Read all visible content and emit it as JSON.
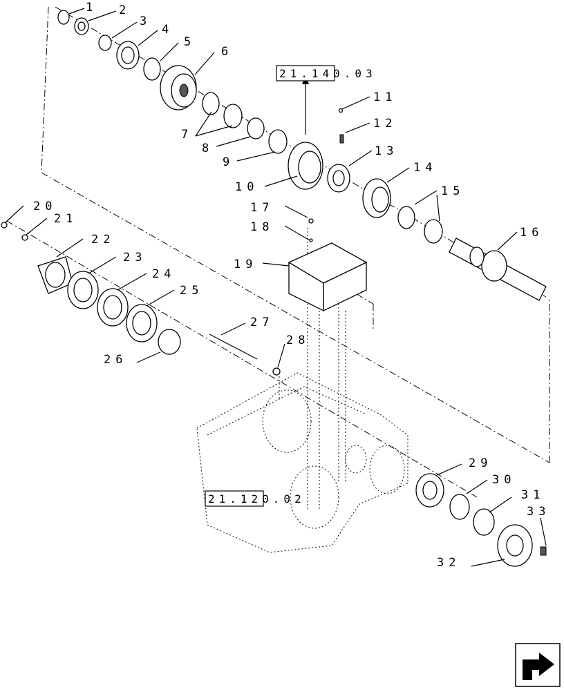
{
  "diagram": {
    "callouts": [
      "1",
      "2",
      "3",
      "4",
      "5",
      "6",
      "7",
      "8",
      "9",
      "10",
      "11",
      "12",
      "13",
      "14",
      "15",
      "16",
      "17",
      "18",
      "19",
      "20",
      "21",
      "22",
      "23",
      "24",
      "25",
      "26",
      "27",
      "28",
      "29",
      "30",
      "31",
      "32",
      "33"
    ],
    "references": [
      "21.140.03",
      "21.120.02"
    ]
  },
  "navigation": {
    "icon": "next-page-arrow-icon"
  }
}
